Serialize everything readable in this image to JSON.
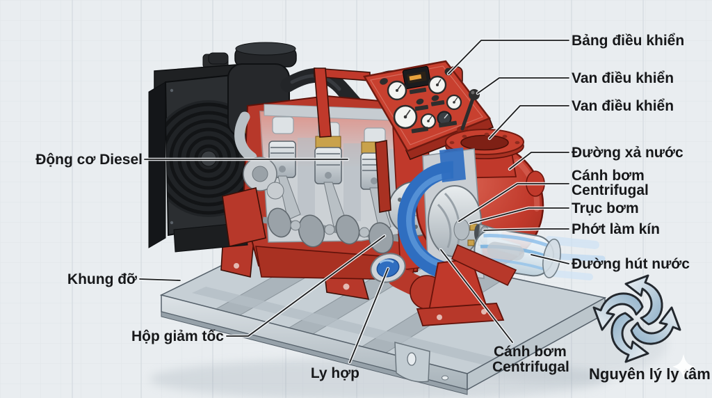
{
  "labels": {
    "control_panel": "Bảng điều khiển",
    "control_valve_top": "Van điều khiển",
    "control_valve_bottom": "Van điều khiển",
    "discharge_line": "Đường xả nước",
    "impeller_right_line1": "Cánh bơm",
    "impeller_right_line2": "Centrifugal",
    "pump_shaft": "Trục bơm",
    "shaft_seal": "Phớt làm kín",
    "suction_line": "Đường hút nước",
    "diesel_engine": "Động cơ Diesel",
    "support_frame": "Khung đỡ",
    "reduction_gearbox": "Hộp giảm tốc",
    "clutch": "Ly hợp",
    "impeller_bottom_line1": "Cánh bơm",
    "impeller_bottom_line2": "Centrifugal",
    "centrifugal_principle": "Nguyên lý ly tâm"
  },
  "icons": {
    "rotation": "rotation-arrows-icon",
    "sparkle": "sparkle-icon"
  },
  "colors": {
    "background": "#e9edf0",
    "grid_line": "#dce1e7",
    "machine_red": "#c0392b",
    "machine_red_light": "#d25847",
    "machine_red_dark": "#8e2417",
    "black_part": "#26282b",
    "steel_light": "#cfd4d8",
    "steel_mid": "#9aa2a8",
    "water_blue": "#2f6ec0",
    "water_blue_light": "#8fc0ea",
    "brass": "#c9a24b",
    "label_text": "#17181a",
    "leader_line": "#1b1c1d"
  }
}
